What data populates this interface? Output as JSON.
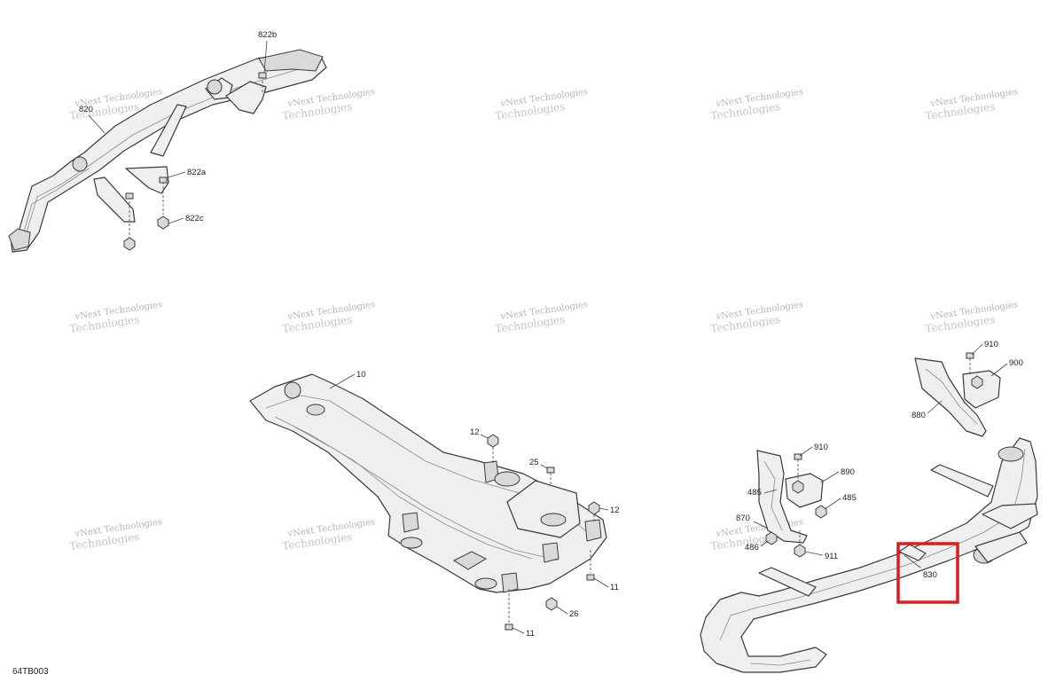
{
  "diagram_code": "64TB003",
  "watermark": {
    "line1": "vNext Technologies",
    "line2": "Technologies"
  },
  "callouts": {
    "front_bumper": {
      "c820": "820",
      "c822a": "822a",
      "c822b": "822b",
      "c822c": "822c"
    },
    "skid_plate": {
      "c10": "10",
      "c11a": "11",
      "c11b": "11",
      "c12a": "12",
      "c12b": "12",
      "c25": "25",
      "c26": "26"
    },
    "rear_bumper": {
      "c485a": "485",
      "c485b": "485",
      "c486": "486",
      "c830": "830",
      "c870": "870",
      "c880": "880",
      "c890": "890",
      "c900": "900",
      "c910a": "910",
      "c910b": "910",
      "c911": "911"
    }
  },
  "highlight": {
    "color": "#d81e1e",
    "target_callout": "830"
  }
}
